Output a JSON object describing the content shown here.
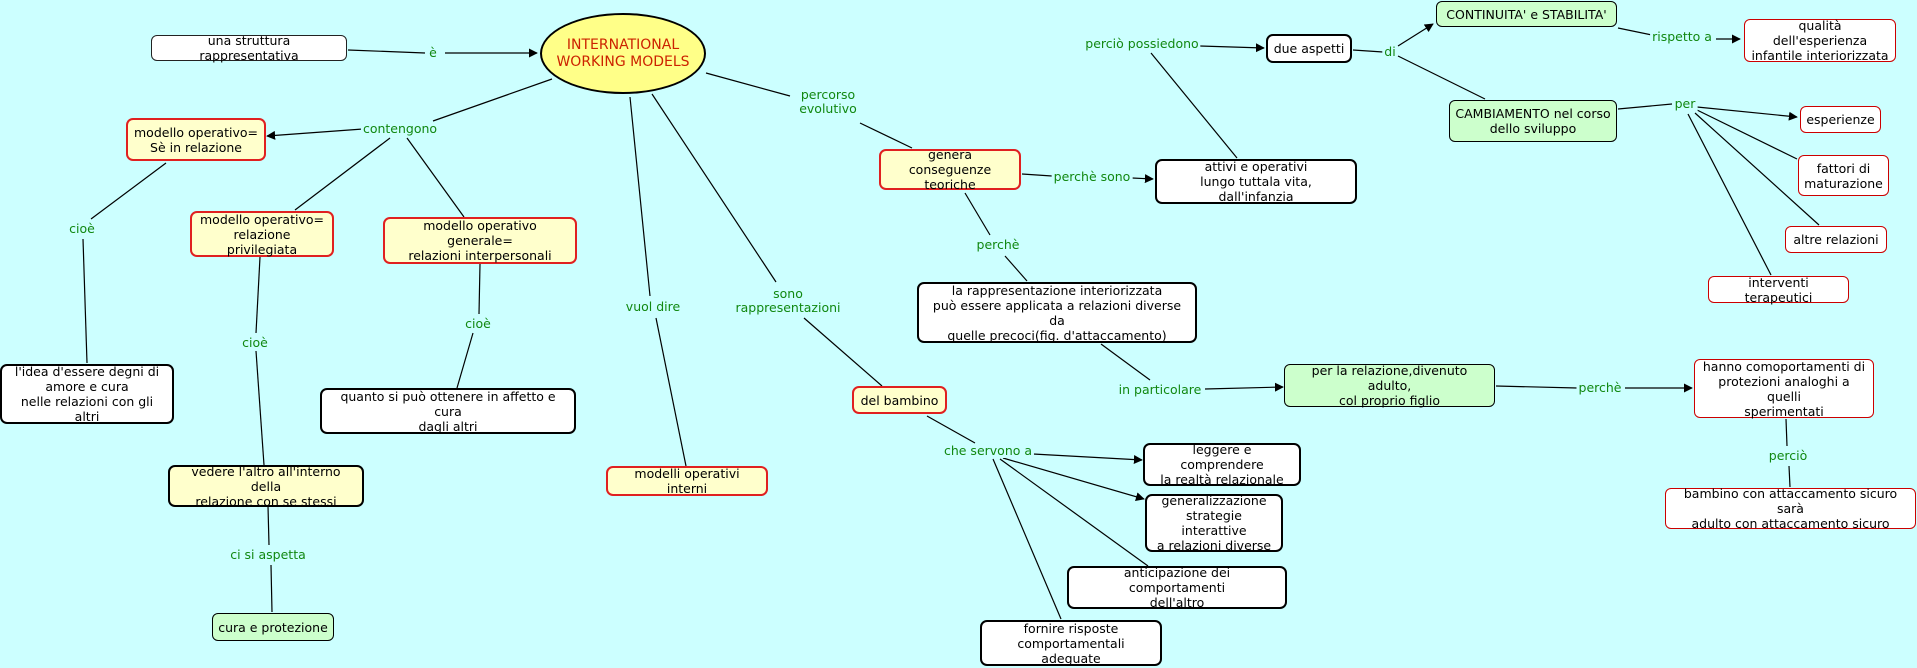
{
  "colors": {
    "background": "#ccffff",
    "label": "#118811",
    "title_text": "#cc2200",
    "title_fill": "#ffff88",
    "red_border": "#e02020",
    "yellow_fill": "#ffffcc",
    "green_fill": "#ccffcc"
  },
  "nodes": {
    "title": "INTERNATIONAL\nWORKING MODELS",
    "struttura": "una struttura rappresentativa",
    "sé": "modello operativo=\nSè in relazione",
    "idea_degni": "l'idea d'essere degni di\namore e cura\nnelle relazioni con gli altri",
    "privilegiata": "modello operativo=\nrelazione privilegiata",
    "vedere_altro": "vedere l'altro all'interno della\nrelazione con se stessi",
    "cura": "cura e protezione",
    "generale": "modello operativo generale=\nrelazioni interpersonali",
    "ottenere": "quanto si può ottenere in affetto e cura\ndagli altri",
    "modelli_interni": "modelli operativi interni",
    "bambino": "del bambino",
    "leggere": "leggere e comprendere\nla realtà relazionale",
    "generalizzazione": "generalizzazione\nstrategie interattive\na relazioni diverse",
    "anticipazione": "anticipazione dei comportamenti\ndell'altro",
    "fornire": "fornire risposte\ncomportamentali adeguate",
    "genera": "genera conseguenze\nteoriche",
    "attivi": "attivi e operativi\nlungo tuttala vita, dall'infanzia",
    "rappresentazione": "la rappresentazione interiorizzata\npuò essere applicata a relazioni diverse da\nquelle precoci(fig. d'attaccamento)",
    "relazione_figlio": "per la relazione,divenuto adulto,\ncol proprio figlio",
    "comportamenti": "hanno comoportamenti di\nprotezioni analoghi a quelli\nsperimentati",
    "sicuro": "bambino con attaccamento sicuro sarà\nadulto con attaccamento sicuro",
    "due_aspetti": "due aspetti",
    "continuita": "CONTINUITA' e STABILITA'",
    "qualita": "qualità dell'esperienza\ninfantile interiorizzata",
    "cambiamento": "CAMBIAMENTO nel corso\ndello sviluppo",
    "esperienze": "esperienze",
    "fattori": "fattori di\nmaturazione",
    "altre_relazioni": "altre relazioni",
    "interventi": "interventi terapeutici"
  },
  "labels": {
    "e": "è",
    "contengono": "contengono",
    "cioe1": "cioè",
    "cioe2": "cioè",
    "ci_si_aspetta": "ci si aspetta",
    "cioe3": "cioè",
    "vuol_dire": "vuol dire",
    "sono_rappresentazioni": "sono\nrappresentazioni",
    "che_servono_a": "che servono a",
    "percorso_evolutivo": "percorso\nevolutivo",
    "perche_sono": "perchè sono",
    "perche1": "perchè",
    "in_particolare": "in particolare",
    "perche2": "perchè",
    "percio": "perciò",
    "percio_possiedono": "perciò possiedono",
    "di": "di",
    "rispetto_a": "rispetto a",
    "per": "per"
  }
}
